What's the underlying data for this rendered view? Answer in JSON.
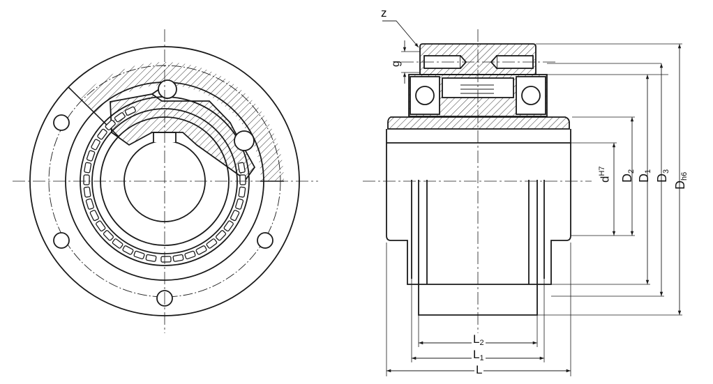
{
  "labels": {
    "z": "z",
    "g": "g",
    "d_main": "d",
    "d_sub": "H7",
    "D2_main": "D",
    "D2_sub": "2",
    "D1_main": "D",
    "D1_sub": "1",
    "D3_main": "D",
    "D3_sub": "3",
    "Dh6_main": "D",
    "Dh6_sub": "h6",
    "L2_main": "L",
    "L2_sub": "2",
    "L1_main": "L",
    "L1_sub": "1",
    "L_main": "L"
  },
  "colors": {
    "line": "#1a1a1a",
    "background": "#ffffff"
  }
}
